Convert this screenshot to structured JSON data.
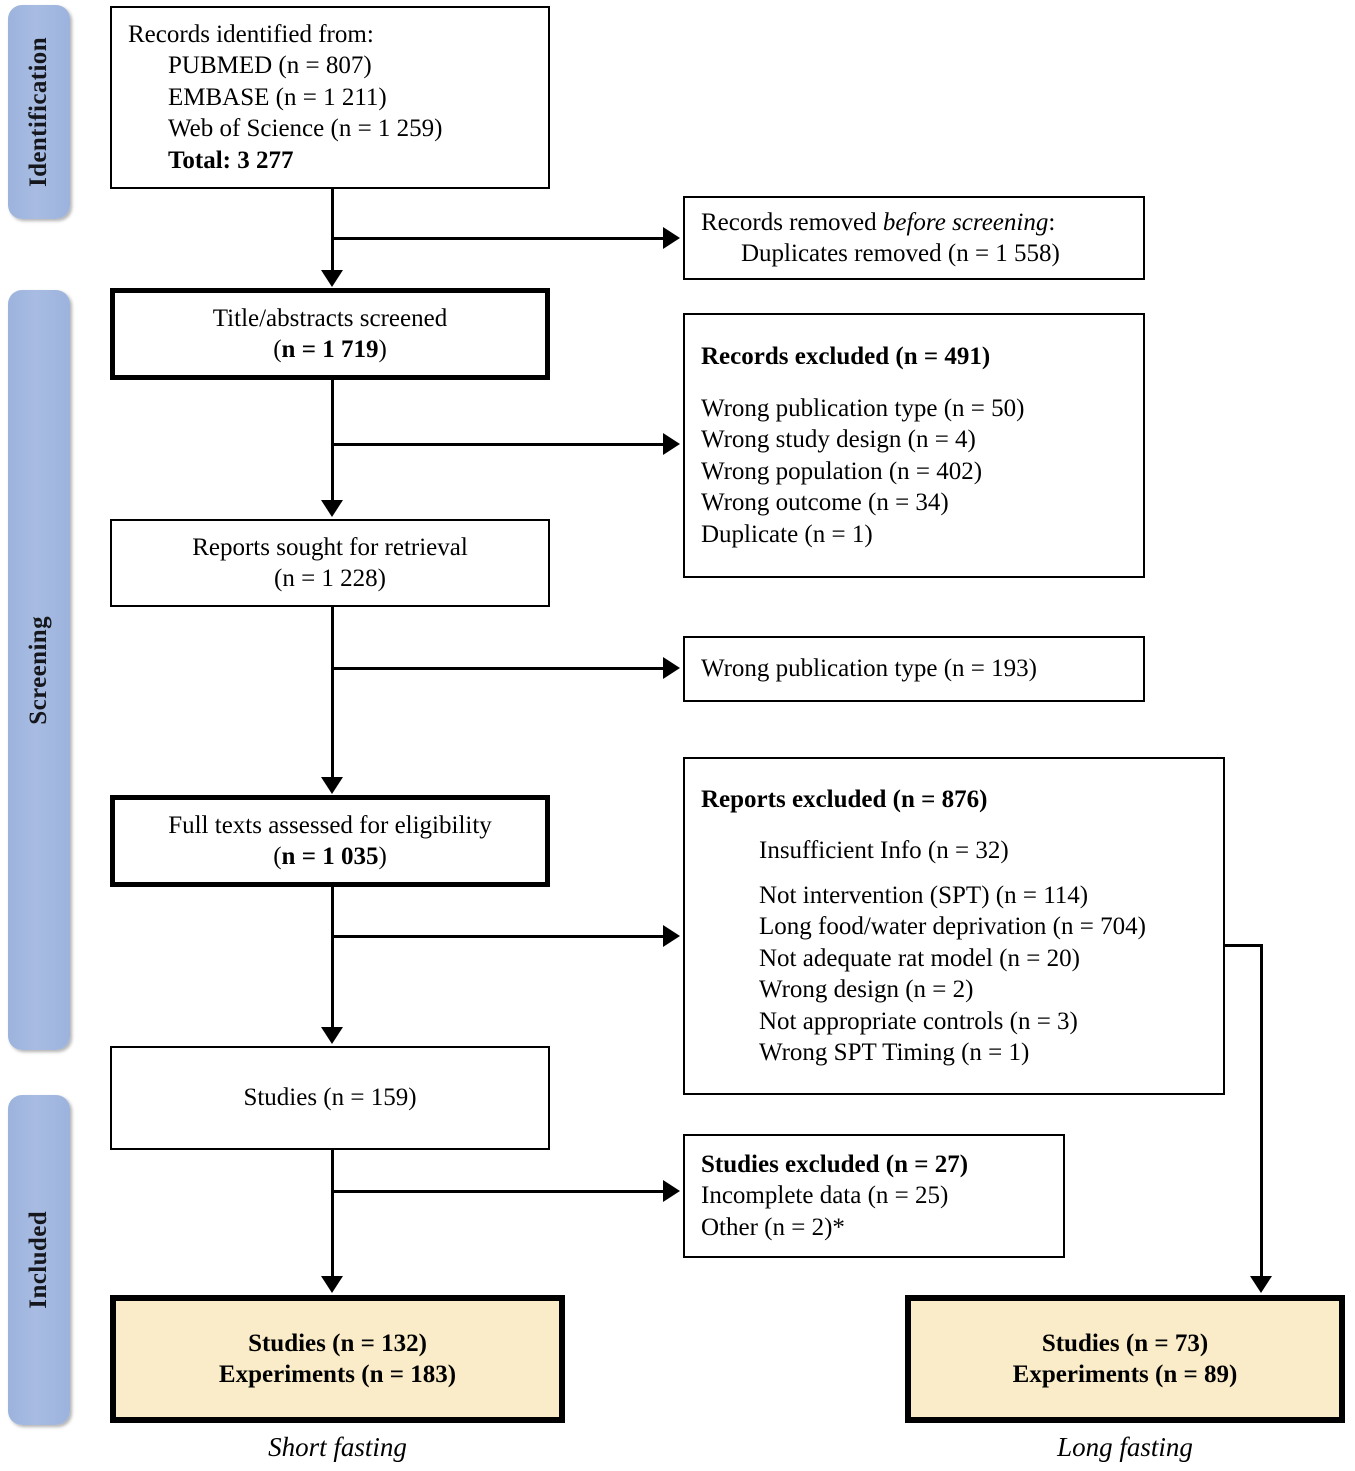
{
  "diagram": {
    "title": "PRISMA flow diagram",
    "colors": {
      "phase_band": "#9cb3dd",
      "result_box_fill": "#faecc8",
      "line": "#000000",
      "box_fill": "#ffffff"
    }
  },
  "phases": [
    {
      "label": "Identification"
    },
    {
      "label": "Screening"
    },
    {
      "label": "Included"
    }
  ],
  "boxes": {
    "identified": {
      "heading": "Records identified from:",
      "sources": [
        "PUBMED (n = 807)",
        "EMBASE (n = 1 211)",
        "Web of Science (n = 1 259)"
      ],
      "total": "Total: 3 277"
    },
    "removed_before_screening": {
      "line1_pre": "Records removed ",
      "line1_em": "before screening",
      "line1_post": ":",
      "line2": "Duplicates removed (n = 1 558)"
    },
    "titles_screened": {
      "line1": "Title/abstracts screened",
      "count_open": "(",
      "count": "n = 1 719",
      "count_close": ")"
    },
    "records_excluded": {
      "heading": "Records excluded (n = 491)",
      "reasons": [
        "Wrong publication type (n = 50)",
        "Wrong study design (n = 4)",
        "Wrong population (n = 402)",
        "Wrong outcome (n = 34)",
        "Duplicate (n = 1)"
      ]
    },
    "reports_sought": {
      "line1": "Reports sought for retrieval",
      "line2": "(n = 1 228)"
    },
    "wrong_publication_type": {
      "text": "Wrong publication type (n = 193)"
    },
    "full_texts": {
      "line1": "Full texts assessed for eligibility",
      "count_open": "(",
      "count": "n = 1 035",
      "count_close": ")"
    },
    "reports_excluded": {
      "heading": "Reports excluded (n = 876)",
      "reasons": [
        "Insufficient Info (n = 32)",
        "Not intervention (SPT) (n = 114)",
        "Long food/water deprivation (n = 704)",
        "Not adequate rat model (n = 20)",
        "Wrong design (n = 2)",
        "Not appropriate controls (n = 3)",
        "Wrong SPT Timing (n = 1)"
      ]
    },
    "studies_159": {
      "text": "Studies (n = 159)"
    },
    "studies_excluded": {
      "heading": "Studies excluded (n = 27)",
      "reasons": [
        "Incomplete data (n = 25)",
        "Other (n = 2)*"
      ]
    },
    "short_fasting_result": {
      "line1": "Studies (n = 132)",
      "line2": "Experiments (n = 183)",
      "caption": "Short fasting"
    },
    "long_fasting_result": {
      "line1": "Studies (n = 73)",
      "line2": "Experiments (n = 89)",
      "caption": "Long fasting"
    }
  }
}
